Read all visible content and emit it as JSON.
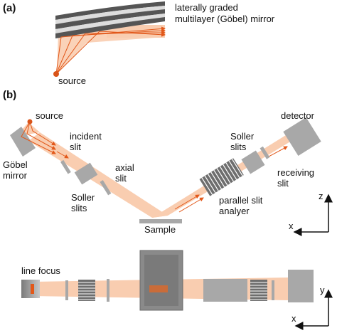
{
  "panel_a": {
    "label": "(a)",
    "mirror_label_line1": "laterally graded",
    "mirror_label_line2": "multilayer (Göbel) mirror",
    "source_label": "source"
  },
  "panel_b": {
    "label": "(b)",
    "source_label": "source",
    "gobel_mirror_line1": "Göbel",
    "gobel_mirror_line2": "mirror",
    "incident_slit_line1": "incident",
    "incident_slit_line2": "slit",
    "soller_slits_left_line1": "Soller",
    "soller_slits_left_line2": "slits",
    "axial_slit_line1": "axial",
    "axial_slit_line2": "slit",
    "sample_label": "Sample",
    "parallel_slit_line1": "parallel slit",
    "parallel_slit_line2": "analyer",
    "soller_slits_right_line1": "Soller",
    "soller_slits_right_line2": "slits",
    "receiving_slit_line1": "receiving",
    "receiving_slit_line2": "slit",
    "detector_label": "detector",
    "axis_z": "z",
    "axis_x": "x"
  },
  "top_view": {
    "line_focus_label": "line focus",
    "axis_y": "y",
    "axis_x": "x"
  },
  "colors": {
    "beam_fill": "#f9cdb0",
    "beam_ray": "#e2581a",
    "source_dot": "#d9541a",
    "component_gray": "#a8a8a8",
    "component_dark": "#6e6e6e",
    "sample_box": "#8a8a8a"
  }
}
